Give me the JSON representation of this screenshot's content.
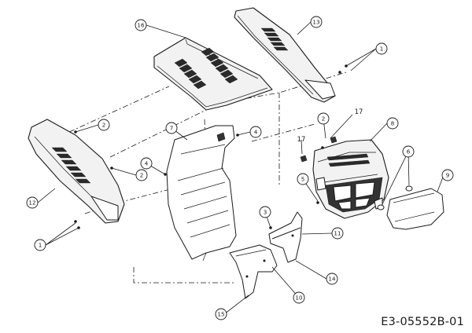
{
  "drawing_id": "E3-05552B-01",
  "callouts": {
    "c1a": "1",
    "c1b": "1",
    "c2a": "2",
    "c2b": "2",
    "c2c": "2",
    "c3": "3",
    "c4a": "4",
    "c4b": "4",
    "c5": "5",
    "c6": "6",
    "c7": "7",
    "c8": "8",
    "c9": "9",
    "c10": "10",
    "c11": "11",
    "c12": "12",
    "c13": "13",
    "c14": "14",
    "c15": "15",
    "c16": "16",
    "c17a": "17",
    "c17b": "17"
  }
}
